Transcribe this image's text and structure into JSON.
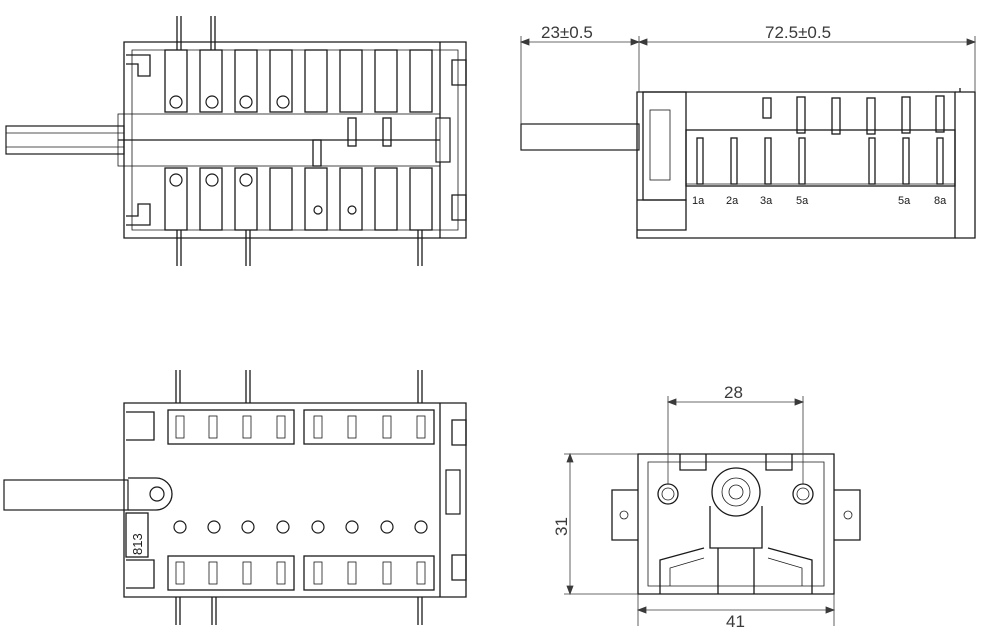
{
  "dimensions": {
    "shaft_length": "23±0.5",
    "body_length": "72.5±0.5",
    "mount_spacing": "28",
    "height": "31",
    "width": "41"
  },
  "terminal_labels": [
    "1a",
    "2a",
    "3a",
    "5a",
    "5a",
    "8a"
  ],
  "part_marking": "813"
}
